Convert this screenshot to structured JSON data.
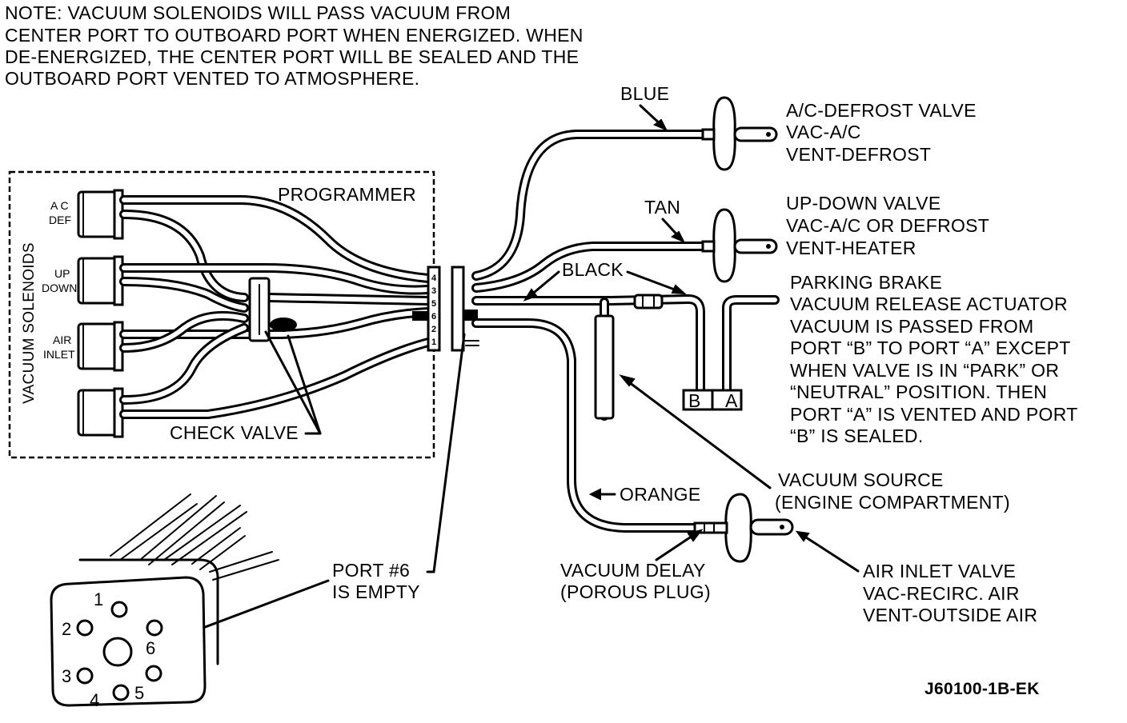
{
  "note": {
    "lines": [
      "NOTE: VACUUM SOLENOIDS WILL PASS VACUUM FROM",
      "CENTER PORT TO OUTBOARD PORT WHEN ENERGIZED. WHEN",
      "DE-ENERGIZED, THE CENTER PORT WILL BE SEALED AND THE",
      "OUTBOARD PORT VENTED TO ATMOSPHERE."
    ]
  },
  "programmer": {
    "title": "PROGRAMMER",
    "side_label": "VACUUM SOLENOIDS",
    "solenoids": [
      {
        "line1": "A C",
        "line2": "DEF"
      },
      {
        "line1": "UP",
        "line2": "DOWN"
      },
      {
        "line1": "AIR",
        "line2": "INLET"
      }
    ],
    "check_valve": "CHECK VALVE",
    "pins": [
      "4",
      "3",
      "5",
      "6",
      "2",
      "1"
    ]
  },
  "hoses": {
    "blue": "BLUE",
    "tan": "TAN",
    "black": "BLACK",
    "orange": "ORANGE"
  },
  "valves": {
    "ac_defrost": [
      "A/C-DEFROST VALVE",
      "VAC-A/C",
      "VENT-DEFROST"
    ],
    "up_down": [
      "UP-DOWN VALVE",
      "VAC-A/C OR DEFROST",
      "VENT-HEATER"
    ],
    "air_inlet": [
      "AIR INLET VALVE",
      "VAC-RECIRC. AIR",
      "VENT-OUTSIDE AIR"
    ]
  },
  "parking_brake": {
    "lines": [
      "PARKING BRAKE",
      "VACUUM RELEASE ACTUATOR",
      "VACUUM IS PASSED FROM",
      "PORT “B” TO PORT “A” EXCEPT",
      "WHEN VALVE IS IN “PARK” OR",
      "“NEUTRAL” POSITION. THEN",
      "PORT “A” IS VENTED AND PORT",
      "“B” IS SEALED."
    ],
    "port_b": "B",
    "port_a": "A"
  },
  "vacuum_source": [
    "VACUUM SOURCE",
    "(ENGINE COMPARTMENT)"
  ],
  "vacuum_delay": [
    "VACUUM DELAY",
    "(POROUS PLUG)"
  ],
  "port6": [
    "PORT #6",
    "IS EMPTY"
  ],
  "connector_numbers": [
    "1",
    "2",
    "3",
    "4",
    "5",
    "6"
  ],
  "figure_id": "J60100-1B-EK"
}
